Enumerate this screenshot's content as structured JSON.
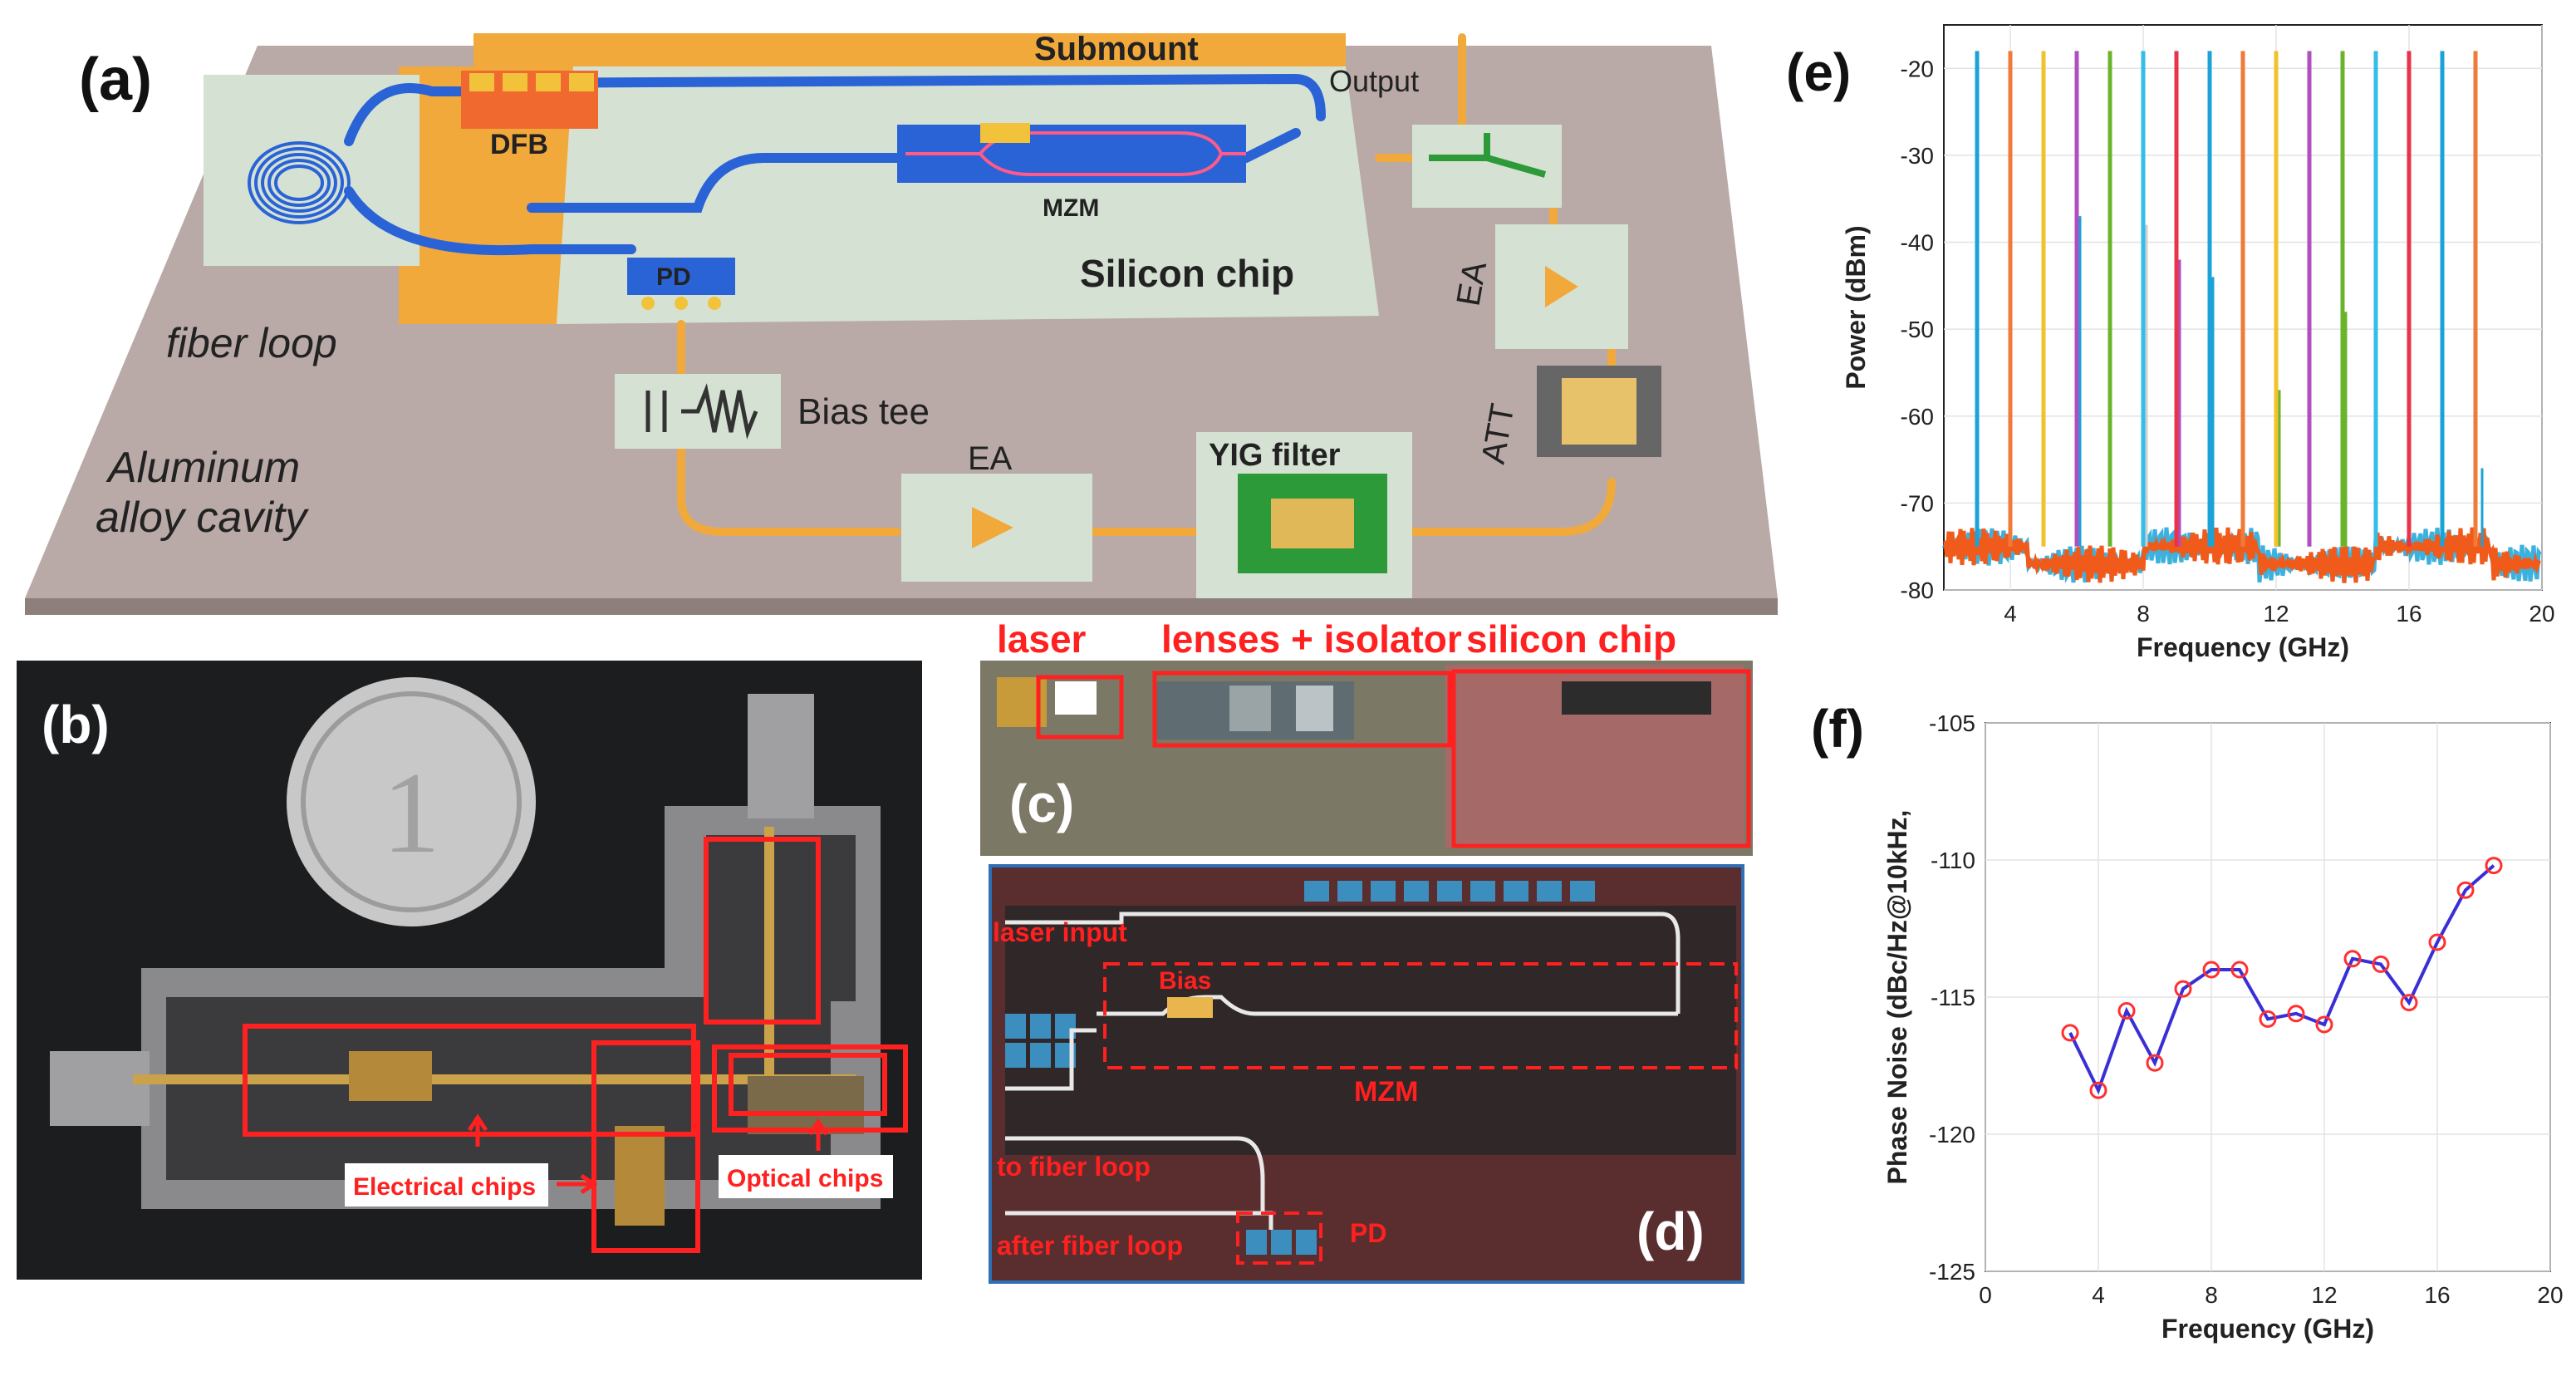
{
  "panels": {
    "a": {
      "label": "(a)",
      "texts": {
        "submount": "Submount",
        "output": "Output",
        "dfb": "DFB",
        "mzm": "MZM",
        "pd": "PD",
        "silicon_chip": "Silicon chip",
        "fiber_loop": "fiber loop",
        "bias_tee": "Bias tee",
        "ea_bottom": "EA",
        "ea_right": "EA",
        "yig_filter": "YIG filter",
        "att": "ATT",
        "cavity_line1": "Aluminum",
        "cavity_line2": "alloy cavity"
      }
    },
    "b": {
      "label": "(b)",
      "texts": {
        "electrical_chips": "Electrical chips",
        "optical_chips": "Optical chips"
      }
    },
    "c": {
      "label": "(c)",
      "texts": {
        "laser": "laser",
        "lenses_isolator": "lenses + isolator",
        "silicon_chip": "silicon chip"
      }
    },
    "d": {
      "label": "(d)",
      "texts": {
        "laser_input": "laser input",
        "bias": "Bias",
        "mzm": "MZM",
        "to_fiber_loop": "to fiber loop",
        "after_fiber_loop": "after fiber loop",
        "pd": "PD"
      }
    },
    "e": {
      "label": "(e)"
    },
    "f": {
      "label": "(f)"
    }
  },
  "chart_data": [
    {
      "type": "line",
      "panel": "e",
      "xlabel": "Frequency (GHz)",
      "ylabel": "Power (dBm)",
      "xlim": [
        2,
        20
      ],
      "ylim": [
        -80,
        -15
      ],
      "xticks": [
        4,
        8,
        12,
        16,
        20
      ],
      "yticks": [
        -20,
        -30,
        -40,
        -50,
        -60,
        -70,
        -80
      ],
      "grid": true,
      "noise_floor": -75,
      "tones": [
        {
          "freq": 3,
          "peak": -18,
          "color": "#1ba3d8"
        },
        {
          "freq": 4,
          "peak": -18,
          "color": "#f07a3a"
        },
        {
          "freq": 5,
          "peak": -18,
          "color": "#f2c12e"
        },
        {
          "freq": 6,
          "peak": -18,
          "color": "#b04fc0"
        },
        {
          "freq": 7,
          "peak": -18,
          "color": "#6ab42d"
        },
        {
          "freq": 8,
          "peak": -18,
          "color": "#35bde8"
        },
        {
          "freq": 9,
          "peak": -18,
          "color": "#e8334a"
        },
        {
          "freq": 10,
          "peak": -18,
          "color": "#1ba3d8"
        },
        {
          "freq": 11,
          "peak": -18,
          "color": "#f07a3a"
        },
        {
          "freq": 12,
          "peak": -18,
          "color": "#f2c12e"
        },
        {
          "freq": 13,
          "peak": -18,
          "color": "#b04fc0"
        },
        {
          "freq": 14,
          "peak": -18,
          "color": "#6ab42d"
        },
        {
          "freq": 15,
          "peak": -18,
          "color": "#35bde8"
        },
        {
          "freq": 16,
          "peak": -18,
          "color": "#e8334a"
        },
        {
          "freq": 17,
          "peak": -18,
          "color": "#1ba3d8"
        },
        {
          "freq": 18,
          "peak": -18,
          "color": "#f07a3a"
        }
      ],
      "spurs": [
        {
          "freq": 6.1,
          "peak": -37,
          "color": "#1ba3d8"
        },
        {
          "freq": 8.1,
          "peak": -38,
          "color": "#d0d0d0"
        },
        {
          "freq": 9.1,
          "peak": -42,
          "color": "#b04fc0"
        },
        {
          "freq": 10.1,
          "peak": -44,
          "color": "#1ba3d8"
        },
        {
          "freq": 12,
          "peak": -46,
          "color": "#b04fc0"
        },
        {
          "freq": 12.1,
          "peak": -57,
          "color": "#6ab42d"
        },
        {
          "freq": 14.1,
          "peak": -48,
          "color": "#6ab42d"
        },
        {
          "freq": 16,
          "peak": -59,
          "color": "#e8334a"
        },
        {
          "freq": 18,
          "peak": -47,
          "color": "#e8334a"
        },
        {
          "freq": 18.2,
          "peak": -66,
          "color": "#1ba3d8"
        }
      ]
    },
    {
      "type": "line",
      "panel": "f",
      "xlabel": "Frequency (GHz)",
      "ylabel": "Phase Noise (dBc/Hz@10kHz,",
      "xlim": [
        0,
        20
      ],
      "ylim": [
        -125,
        -105
      ],
      "xticks": [
        0,
        4,
        8,
        12,
        16,
        20
      ],
      "yticks": [
        -105,
        -110,
        -115,
        -120,
        -125
      ],
      "grid": true,
      "line_color": "#3a2fd6",
      "marker_color": "#ff3030",
      "x": [
        3,
        4,
        5,
        6,
        7,
        8,
        9,
        10,
        11,
        12,
        13,
        14,
        15,
        16,
        17,
        18
      ],
      "y": [
        -116.3,
        -118.4,
        -115.5,
        -117.4,
        -114.7,
        -114.0,
        -114.0,
        -115.8,
        -115.6,
        -116.0,
        -113.6,
        -113.8,
        -115.2,
        -113.0,
        -111.1,
        -110.2
      ]
    }
  ]
}
